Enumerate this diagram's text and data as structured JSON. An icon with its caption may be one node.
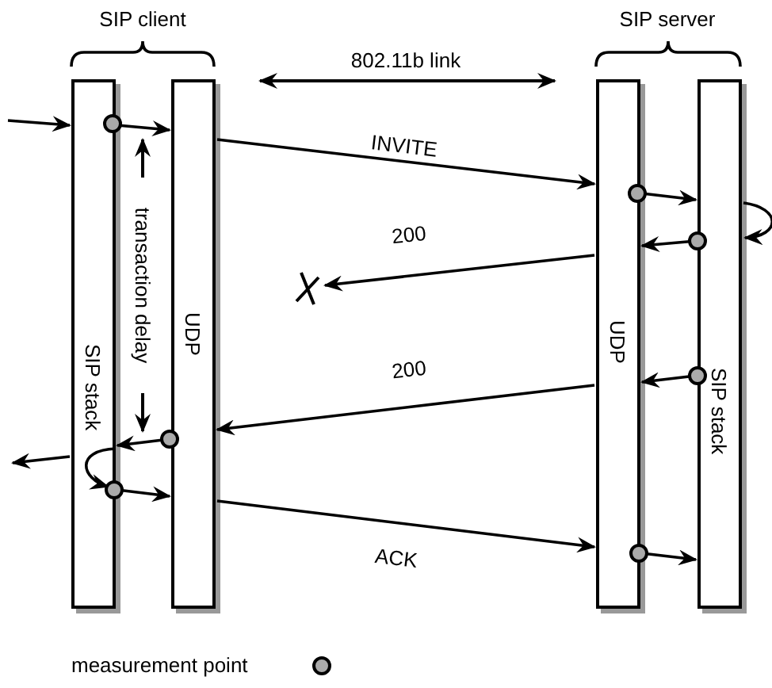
{
  "diagram": {
    "nodes": [
      {
        "text": [
          "SIP stack"
        ]
      },
      {
        "text": [
          "UDP"
        ]
      },
      {
        "text": [
          "UDP"
        ]
      },
      {
        "text": [
          "SIP stack"
        ]
      },
      {
        "text": [],
        "shape": "cross"
      }
    ],
    "edges": [
      {
        "from": null,
        "to": 0,
        "arrow": "to"
      },
      {
        "from": 0,
        "to": 1,
        "arrow": "to"
      },
      {
        "from": 1,
        "to": 2,
        "arrow": "to",
        "label": "INVITE"
      },
      {
        "from": 2,
        "to": 3,
        "arrow": "to"
      },
      {
        "from": 3,
        "to": 3,
        "arrow": "to"
      },
      {
        "from": 3,
        "to": 2,
        "arrow": "to"
      },
      {
        "from": 2,
        "to": 4,
        "arrow": "to",
        "label": "200"
      },
      {
        "from": 3,
        "to": 2,
        "arrow": "to"
      },
      {
        "from": 2,
        "to": 1,
        "arrow": "to",
        "label": "200"
      },
      {
        "from": 1,
        "to": 0,
        "arrow": "to"
      },
      {
        "from": 0,
        "to": null,
        "arrow": "to"
      },
      {
        "from": 0,
        "to": 0,
        "arrow": "to"
      },
      {
        "from": 0,
        "to": 1,
        "arrow": "to"
      },
      {
        "from": 1,
        "to": 2,
        "arrow": "to",
        "label": "ACK"
      },
      {
        "from": 2,
        "to": 3,
        "arrow": "to"
      }
    ],
    "labels": [
      "SIP client",
      "SIP server",
      "802.11b link",
      "transaction delay"
    ],
    "legend": [
      {
        "text": "measurement point"
      }
    ]
  }
}
